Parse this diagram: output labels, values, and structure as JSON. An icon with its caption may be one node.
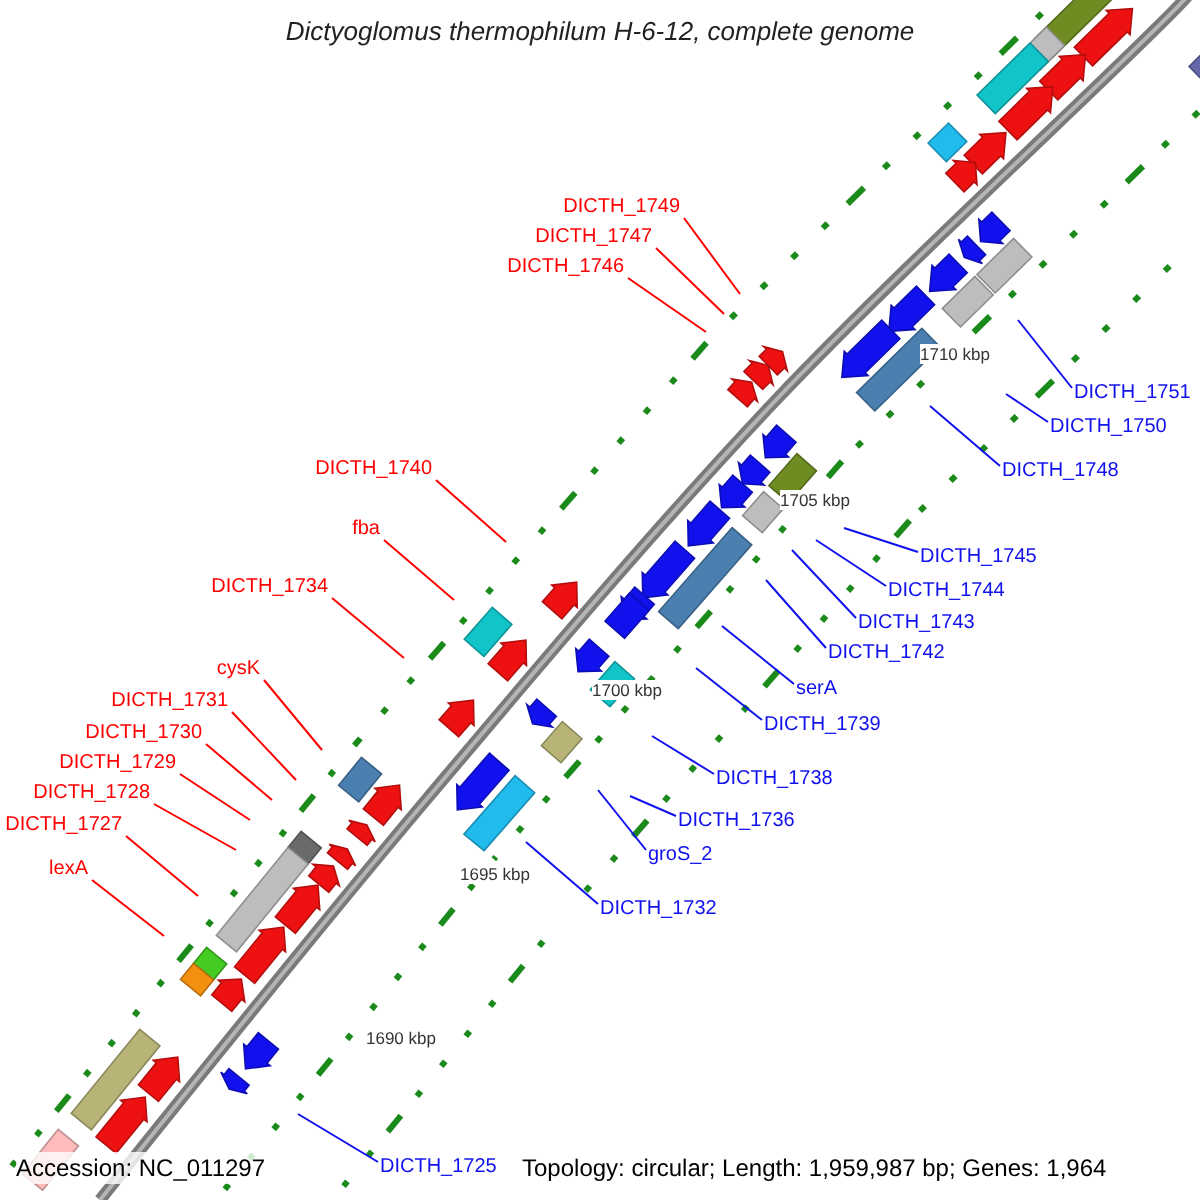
{
  "diagram": {
    "title": "Dictyoglomus thermophilum H-6-12, complete genome",
    "nodes": [
      {
        "text": [
          "DICTH_1749"
        ]
      },
      {
        "text": [
          "DICTH_1747"
        ]
      },
      {
        "text": [
          "DICTH_1746"
        ]
      },
      {
        "text": [
          "DICTH_1751"
        ]
      },
      {
        "text": [
          "DICTH_1750"
        ]
      },
      {
        "text": [
          "DICTH_1748"
        ]
      },
      {
        "text": [
          "DICTH_1740"
        ]
      },
      {
        "text": [
          "fba"
        ]
      },
      {
        "text": [
          "DICTH_1745"
        ]
      },
      {
        "text": [
          "DICTH_1744"
        ]
      },
      {
        "text": [
          "DICTH_1734"
        ]
      },
      {
        "text": [
          "DICTH_1743"
        ]
      },
      {
        "text": [
          "DICTH_1742"
        ]
      },
      {
        "text": [
          "cysK"
        ]
      },
      {
        "text": [
          "serA"
        ]
      },
      {
        "text": [
          "DICTH_1731"
        ]
      },
      {
        "text": [
          "DICTH_1739"
        ]
      },
      {
        "text": [
          "DICTH_1730"
        ]
      },
      {
        "text": [
          "DICTH_1729"
        ]
      },
      {
        "text": [
          "DICTH_1738"
        ]
      },
      {
        "text": [
          "DICTH_1728"
        ]
      },
      {
        "text": [
          "DICTH_1736"
        ]
      },
      {
        "text": [
          "DICTH_1727"
        ]
      },
      {
        "text": [
          "groS_2"
        ]
      },
      {
        "text": [
          "lexA"
        ]
      },
      {
        "text": [
          "DICTH_1732"
        ]
      },
      {
        "text": [
          "DICTH_1725"
        ]
      }
    ],
    "edges": [
      {
        "from": 0,
        "to": null,
        "arrow": "none",
        "color": "#ff0000"
      },
      {
        "from": 1,
        "to": null,
        "arrow": "none",
        "color": "#ff0000"
      },
      {
        "from": 2,
        "to": null,
        "arrow": "none",
        "color": "#ff0000"
      },
      {
        "from": 3,
        "to": null,
        "arrow": "none"
      },
      {
        "from": 4,
        "to": null,
        "arrow": "none"
      },
      {
        "from": 5,
        "to": null,
        "arrow": "none"
      },
      {
        "from": 6,
        "to": null,
        "arrow": "none",
        "color": "#ff0000"
      },
      {
        "from": 7,
        "to": null,
        "arrow": "none",
        "color": "#ff0000"
      },
      {
        "from": 8,
        "to": null,
        "arrow": "none"
      },
      {
        "from": 9,
        "to": null,
        "arrow": "none"
      },
      {
        "from": 10,
        "to": null,
        "arrow": "none",
        "color": "#ff0000"
      },
      {
        "from": 11,
        "to": null,
        "arrow": "none"
      },
      {
        "from": 12,
        "to": null,
        "arrow": "none"
      },
      {
        "from": 13,
        "to": null,
        "arrow": "none",
        "color": "#ff0000"
      },
      {
        "from": 14,
        "to": null,
        "arrow": "none"
      },
      {
        "from": 15,
        "to": null,
        "arrow": "none",
        "color": "#ff0000"
      },
      {
        "from": 16,
        "to": null,
        "arrow": "none"
      },
      {
        "from": 17,
        "to": null,
        "arrow": "none",
        "color": "#ff0000"
      },
      {
        "from": 18,
        "to": null,
        "arrow": "none",
        "color": "#ff0000"
      },
      {
        "from": 19,
        "to": null,
        "arrow": "none"
      },
      {
        "from": 20,
        "to": null,
        "arrow": "none",
        "color": "#ff0000"
      },
      {
        "from": 21,
        "to": null,
        "arrow": "none"
      },
      {
        "from": 22,
        "to": null,
        "arrow": "none",
        "color": "#ff0000"
      },
      {
        "from": 23,
        "to": null,
        "arrow": "none"
      },
      {
        "from": 24,
        "to": null,
        "arrow": "none",
        "color": "#ff0000"
      },
      {
        "from": 25,
        "to": null,
        "arrow": "none"
      },
      {
        "from": 26,
        "to": null,
        "arrow": "none"
      }
    ],
    "labels": [
      "1710 kbp",
      "1705 kbp",
      "1700 kbp",
      "1695 kbp",
      "1690 kbp",
      "Accession: NC_011297",
      "Topology: circular; Length: 1,959,987 bp; Genes: 1,964"
    ]
  }
}
